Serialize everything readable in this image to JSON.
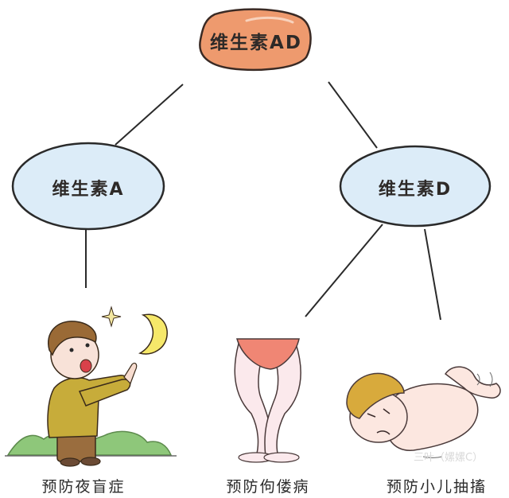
{
  "diagram": {
    "root": {
      "label": "维生素AD",
      "fill": "#ee9a6e",
      "stroke": "#3a2a24"
    },
    "branches": [
      {
        "label": "维生素A",
        "fill": "#dcecf8",
        "stroke": "#2a2a2a"
      },
      {
        "label": "维生素D",
        "fill": "#dcecf8",
        "stroke": "#2a2a2a"
      }
    ],
    "outcomes": [
      {
        "label": "预防夜盲症",
        "parent": "维生素A",
        "illustration": "night-blindness-boy-illustration"
      },
      {
        "label": "预防佝偻病",
        "parent": "维生素D",
        "illustration": "bowed-legs-illustration"
      },
      {
        "label": "预防小儿抽搐",
        "parent": "维生素D",
        "illustration": "convulsing-baby-illustration"
      }
    ],
    "line_color": "#2a2a2a"
  },
  "watermark": {
    "text": "三叶（嫘嫘C）"
  }
}
